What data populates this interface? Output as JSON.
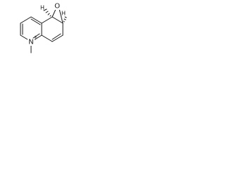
{
  "molecule": {
    "atoms": {
      "nitrogen": "N",
      "nitrogen_charge": "+",
      "oxygen": "O",
      "hydrogen_top": "H",
      "hydrogen_right": "H"
    }
  }
}
